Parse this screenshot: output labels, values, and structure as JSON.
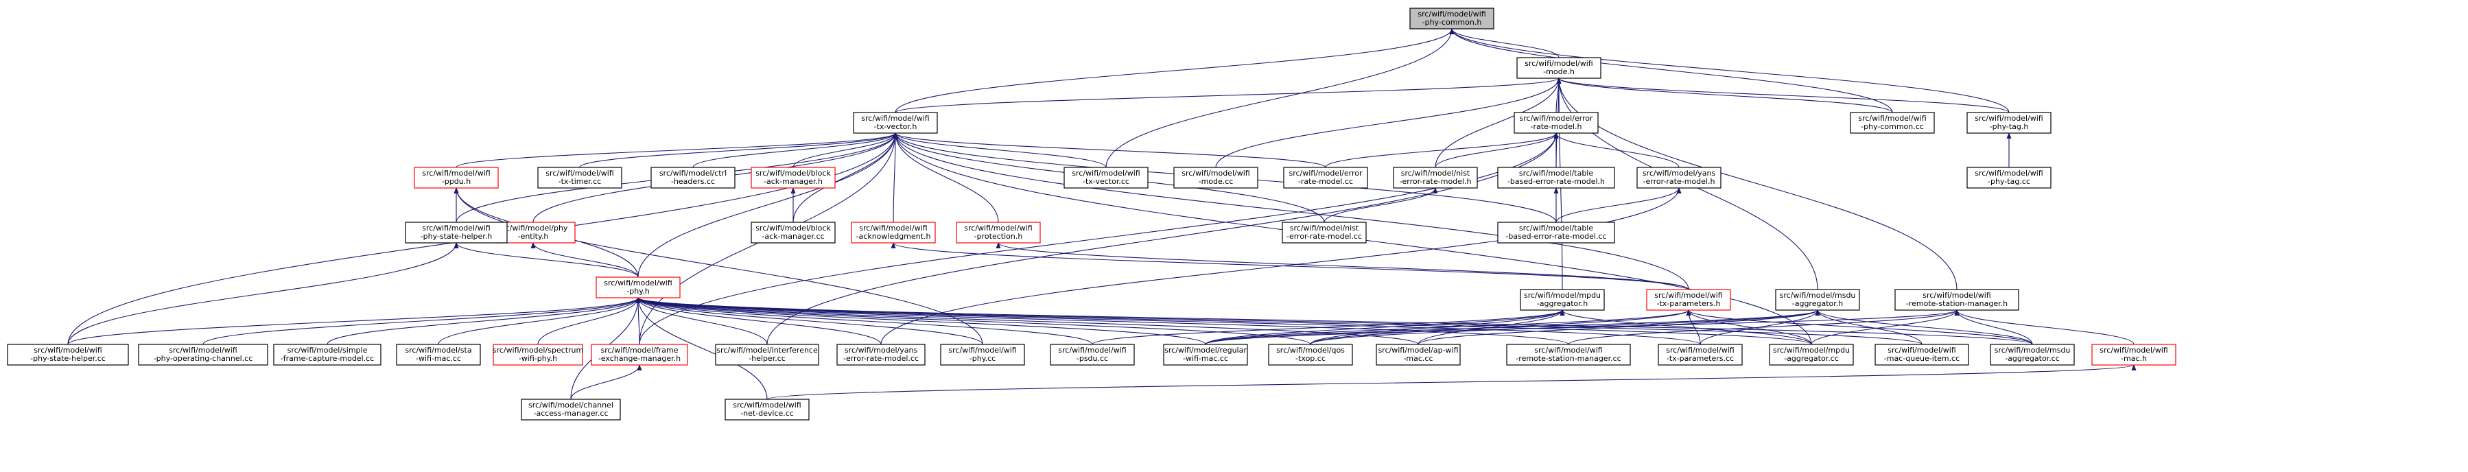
{
  "colors": {
    "root_fill": "#bfbfbf",
    "node_fill": "#ffffff",
    "node_border": "#000000",
    "truncated_border": "#ff0000",
    "edge": "#191970"
  },
  "nodes": [
    {
      "id": "phy-common-h",
      "label": [
        "src/wifi/model/wifi",
        "-phy-common.h"
      ],
      "style": "root"
    },
    {
      "id": "mode-h",
      "label": [
        "src/wifi/model/wifi",
        "-mode.h"
      ],
      "style": "normal"
    },
    {
      "id": "tx-vector-h",
      "label": [
        "src/wifi/model/wifi",
        "-tx-vector.h"
      ],
      "style": "normal"
    },
    {
      "id": "error-rate-model-h",
      "label": [
        "src/wifi/model/error",
        "-rate-model.h"
      ],
      "style": "normal"
    },
    {
      "id": "phy-common-cc",
      "label": [
        "src/wifi/model/wifi",
        "-phy-common.cc"
      ],
      "style": "normal"
    },
    {
      "id": "phy-tag-h",
      "label": [
        "src/wifi/model/wifi",
        "-phy-tag.h"
      ],
      "style": "normal"
    },
    {
      "id": "phy-tag-cc",
      "label": [
        "src/wifi/model/wifi",
        "-phy-tag.cc"
      ],
      "style": "normal"
    },
    {
      "id": "ppdu-h",
      "label": [
        "src/wifi/model/wifi",
        "-ppdu.h"
      ],
      "style": "truncated"
    },
    {
      "id": "tx-timer-cc",
      "label": [
        "src/wifi/model/wifi",
        "-tx-timer.cc"
      ],
      "style": "normal"
    },
    {
      "id": "ctrl-headers-cc",
      "label": [
        "src/wifi/model/ctrl",
        "-headers.cc"
      ],
      "style": "normal"
    },
    {
      "id": "block-ack-manager-h",
      "label": [
        "src/wifi/model/block",
        "-ack-manager.h"
      ],
      "style": "truncated"
    },
    {
      "id": "tx-vector-cc",
      "label": [
        "src/wifi/model/wifi",
        "-tx-vector.cc"
      ],
      "style": "normal"
    },
    {
      "id": "mode-cc",
      "label": [
        "src/wifi/model/wifi",
        "-mode.cc"
      ],
      "style": "normal"
    },
    {
      "id": "error-rate-model-cc",
      "label": [
        "src/wifi/model/error",
        "-rate-model.cc"
      ],
      "style": "normal"
    },
    {
      "id": "nist-error-rate-model-h",
      "label": [
        "src/wifi/model/nist",
        "-error-rate-model.h"
      ],
      "style": "normal"
    },
    {
      "id": "table-based-error-rate-model-h",
      "label": [
        "src/wifi/model/table",
        "-based-error-rate-model.h"
      ],
      "style": "normal"
    },
    {
      "id": "yans-error-rate-model-h",
      "label": [
        "src/wifi/model/yans",
        "-error-rate-model.h"
      ],
      "style": "normal"
    },
    {
      "id": "phy-entity-h",
      "label": [
        "src/wifi/model/phy",
        "-entity.h"
      ],
      "style": "truncated"
    },
    {
      "id": "phy-state-helper-h",
      "label": [
        "src/wifi/model/wifi",
        "-phy-state-helper.h"
      ],
      "style": "normal"
    },
    {
      "id": "block-ack-manager-cc",
      "label": [
        "src/wifi/model/block",
        "-ack-manager.cc"
      ],
      "style": "normal"
    },
    {
      "id": "acknowledgment-h",
      "label": [
        "src/wifi/model/wifi",
        "-acknowledgment.h"
      ],
      "style": "truncated"
    },
    {
      "id": "protection-h",
      "label": [
        "src/wifi/model/wifi",
        "-protection.h"
      ],
      "style": "truncated"
    },
    {
      "id": "nist-error-rate-model-cc",
      "label": [
        "src/wifi/model/nist",
        "-error-rate-model.cc"
      ],
      "style": "normal"
    },
    {
      "id": "table-based-error-rate-model-cc",
      "label": [
        "src/wifi/model/table",
        "-based-error-rate-model.cc"
      ],
      "style": "normal"
    },
    {
      "id": "phy-h",
      "label": [
        "src/wifi/model/wifi",
        "-phy.h"
      ],
      "style": "truncated"
    },
    {
      "id": "mpdu-aggregator-h",
      "label": [
        "src/wifi/model/mpdu",
        "-aggregator.h"
      ],
      "style": "normal"
    },
    {
      "id": "tx-parameters-h",
      "label": [
        "src/wifi/model/wifi",
        "-tx-parameters.h"
      ],
      "style": "truncated"
    },
    {
      "id": "msdu-aggregator-h",
      "label": [
        "src/wifi/model/msdu",
        "-aggregator.h"
      ],
      "style": "normal"
    },
    {
      "id": "remote-station-manager-h",
      "label": [
        "src/wifi/model/wifi",
        "-remote-station-manager.h"
      ],
      "style": "normal"
    },
    {
      "id": "phy-state-helper-cc",
      "label": [
        "src/wifi/model/wifi",
        "-phy-state-helper.cc"
      ],
      "style": "normal"
    },
    {
      "id": "phy-operating-channel-cc",
      "label": [
        "src/wifi/model/wifi",
        "-phy-operating-channel.cc"
      ],
      "style": "normal"
    },
    {
      "id": "simple-frame-capture-model-cc",
      "label": [
        "src/wifi/model/simple",
        "-frame-capture-model.cc"
      ],
      "style": "normal"
    },
    {
      "id": "sta-wifi-mac-cc",
      "label": [
        "src/wifi/model/sta",
        "-wifi-mac.cc"
      ],
      "style": "normal"
    },
    {
      "id": "spectrum-wifi-phy-h",
      "label": [
        "src/wifi/model/spectrum",
        "-wifi-phy.h"
      ],
      "style": "truncated"
    },
    {
      "id": "frame-exchange-manager-h",
      "label": [
        "src/wifi/model/frame",
        "-exchange-manager.h"
      ],
      "style": "truncated"
    },
    {
      "id": "interference-helper-cc",
      "label": [
        "src/wifi/model/interference",
        "-helper.cc"
      ],
      "style": "normal"
    },
    {
      "id": "yans-error-rate-model-cc",
      "label": [
        "src/wifi/model/yans",
        "-error-rate-model.cc"
      ],
      "style": "normal"
    },
    {
      "id": "wifi-phy-cc",
      "label": [
        "src/wifi/model/wifi",
        "-phy.cc"
      ],
      "style": "normal"
    },
    {
      "id": "psdu-cc",
      "label": [
        "src/wifi/model/wifi",
        "-psdu.cc"
      ],
      "style": "normal"
    },
    {
      "id": "regular-wifi-mac-cc",
      "label": [
        "src/wifi/model/regular",
        "-wifi-mac.cc"
      ],
      "style": "normal"
    },
    {
      "id": "qos-txop-cc",
      "label": [
        "src/wifi/model/qos",
        "-txop.cc"
      ],
      "style": "normal"
    },
    {
      "id": "ap-wifi-mac-cc",
      "label": [
        "src/wifi/model/ap-wifi",
        "-mac.cc"
      ],
      "style": "normal"
    },
    {
      "id": "remote-station-manager-cc",
      "label": [
        "src/wifi/model/wifi",
        "-remote-station-manager.cc"
      ],
      "style": "normal"
    },
    {
      "id": "tx-parameters-cc",
      "label": [
        "src/wifi/model/wifi",
        "-tx-parameters.cc"
      ],
      "style": "normal"
    },
    {
      "id": "mpdu-aggregator-cc",
      "label": [
        "src/wifi/model/mpdu",
        "-aggregator.cc"
      ],
      "style": "normal"
    },
    {
      "id": "mac-queue-item-cc",
      "label": [
        "src/wifi/model/wifi",
        "-mac-queue-item.cc"
      ],
      "style": "normal"
    },
    {
      "id": "msdu-aggregator-cc",
      "label": [
        "src/wifi/model/msdu",
        "-aggregator.cc"
      ],
      "style": "normal"
    },
    {
      "id": "mac-h",
      "label": [
        "src/wifi/model/wifi",
        "-mac.h"
      ],
      "style": "truncated"
    },
    {
      "id": "channel-access-manager-cc",
      "label": [
        "src/wifi/model/channel",
        "-access-manager.cc"
      ],
      "style": "normal"
    },
    {
      "id": "net-device-cc",
      "label": [
        "src/wifi/model/wifi",
        "-net-device.cc"
      ],
      "style": "normal"
    }
  ],
  "edges": [
    [
      "mode-h",
      "phy-common-h"
    ],
    [
      "tx-vector-h",
      "phy-common-h"
    ],
    [
      "tx-vector-cc",
      "phy-common-h"
    ],
    [
      "phy-common-cc",
      "phy-common-h"
    ],
    [
      "phy-tag-h",
      "phy-common-h"
    ],
    [
      "tx-vector-h",
      "mode-h"
    ],
    [
      "error-rate-model-h",
      "mode-h"
    ],
    [
      "mode-cc",
      "mode-h"
    ],
    [
      "phy-common-cc",
      "mode-h"
    ],
    [
      "phy-tag-h",
      "mode-h"
    ],
    [
      "table-based-error-rate-model-h",
      "mode-h"
    ],
    [
      "nist-error-rate-model-h",
      "mode-h"
    ],
    [
      "msdu-aggregator-h",
      "mode-h"
    ],
    [
      "remote-station-manager-h",
      "mode-h"
    ],
    [
      "mpdu-aggregator-h",
      "mode-h"
    ],
    [
      "phy-tag-cc",
      "phy-tag-h"
    ],
    [
      "error-rate-model-cc",
      "error-rate-model-h"
    ],
    [
      "nist-error-rate-model-h",
      "error-rate-model-h"
    ],
    [
      "table-based-error-rate-model-h",
      "error-rate-model-h"
    ],
    [
      "yans-error-rate-model-h",
      "error-rate-model-h"
    ],
    [
      "frame-exchange-manager-h",
      "error-rate-model-h"
    ],
    [
      "interference-helper-cc",
      "error-rate-model-h"
    ],
    [
      "ppdu-h",
      "tx-vector-h"
    ],
    [
      "tx-timer-cc",
      "tx-vector-h"
    ],
    [
      "ctrl-headers-cc",
      "tx-vector-h"
    ],
    [
      "block-ack-manager-h",
      "tx-vector-h"
    ],
    [
      "tx-vector-cc",
      "tx-vector-h"
    ],
    [
      "error-rate-model-cc",
      "tx-vector-h"
    ],
    [
      "phy-entity-h",
      "tx-vector-h"
    ],
    [
      "phy-state-helper-h",
      "tx-vector-h"
    ],
    [
      "block-ack-manager-cc",
      "tx-vector-h"
    ],
    [
      "acknowledgment-h",
      "tx-vector-h"
    ],
    [
      "protection-h",
      "tx-vector-h"
    ],
    [
      "nist-error-rate-model-cc",
      "tx-vector-h"
    ],
    [
      "table-based-error-rate-model-cc",
      "tx-vector-h"
    ],
    [
      "phy-state-helper-cc",
      "tx-vector-h"
    ],
    [
      "phy-h",
      "tx-vector-h"
    ],
    [
      "tx-parameters-h",
      "tx-vector-h"
    ],
    [
      "frame-exchange-manager-h",
      "tx-vector-h"
    ],
    [
      "mpdu-aggregator-cc",
      "tx-vector-h"
    ],
    [
      "block-ack-manager-cc",
      "block-ack-manager-h"
    ],
    [
      "nist-error-rate-model-cc",
      "nist-error-rate-model-h"
    ],
    [
      "table-based-error-rate-model-cc",
      "table-based-error-rate-model-h"
    ],
    [
      "table-based-error-rate-model-cc",
      "yans-error-rate-model-h"
    ],
    [
      "yans-error-rate-model-cc",
      "yans-error-rate-model-h"
    ],
    [
      "phy-state-helper-h",
      "ppdu-h"
    ],
    [
      "phy-h",
      "ppdu-h"
    ],
    [
      "wifi-phy-cc",
      "ppdu-h"
    ],
    [
      "phy-h",
      "phy-entity-h"
    ],
    [
      "phy-h",
      "phy-state-helper-h"
    ],
    [
      "phy-state-helper-cc",
      "phy-state-helper-h"
    ],
    [
      "tx-parameters-h",
      "acknowledgment-h"
    ],
    [
      "tx-parameters-h",
      "protection-h"
    ],
    [
      "phy-state-helper-cc",
      "phy-h"
    ],
    [
      "phy-operating-channel-cc",
      "phy-h"
    ],
    [
      "simple-frame-capture-model-cc",
      "phy-h"
    ],
    [
      "sta-wifi-mac-cc",
      "phy-h"
    ],
    [
      "spectrum-wifi-phy-h",
      "phy-h"
    ],
    [
      "frame-exchange-manager-h",
      "phy-h"
    ],
    [
      "interference-helper-cc",
      "phy-h"
    ],
    [
      "yans-error-rate-model-cc",
      "phy-h"
    ],
    [
      "wifi-phy-cc",
      "phy-h"
    ],
    [
      "psdu-cc",
      "phy-h"
    ],
    [
      "regular-wifi-mac-cc",
      "phy-h"
    ],
    [
      "qos-txop-cc",
      "phy-h"
    ],
    [
      "ap-wifi-mac-cc",
      "phy-h"
    ],
    [
      "remote-station-manager-cc",
      "phy-h"
    ],
    [
      "tx-parameters-cc",
      "phy-h"
    ],
    [
      "mpdu-aggregator-cc",
      "phy-h"
    ],
    [
      "mac-queue-item-cc",
      "phy-h"
    ],
    [
      "msdu-aggregator-cc",
      "phy-h"
    ],
    [
      "channel-access-manager-cc",
      "phy-h"
    ],
    [
      "net-device-cc",
      "phy-h"
    ],
    [
      "channel-access-manager-cc",
      "frame-exchange-manager-h"
    ],
    [
      "regular-wifi-mac-cc",
      "mpdu-aggregator-h"
    ],
    [
      "qos-txop-cc",
      "mpdu-aggregator-h"
    ],
    [
      "ap-wifi-mac-cc",
      "mpdu-aggregator-h"
    ],
    [
      "mpdu-aggregator-cc",
      "mpdu-aggregator-h"
    ],
    [
      "psdu-cc",
      "mpdu-aggregator-h"
    ],
    [
      "tx-parameters-cc",
      "tx-parameters-h"
    ],
    [
      "mpdu-aggregator-cc",
      "tx-parameters-h"
    ],
    [
      "msdu-aggregator-cc",
      "tx-parameters-h"
    ],
    [
      "qos-txop-cc",
      "tx-parameters-h"
    ],
    [
      "regular-wifi-mac-cc",
      "tx-parameters-h"
    ],
    [
      "regular-wifi-mac-cc",
      "msdu-aggregator-h"
    ],
    [
      "qos-txop-cc",
      "msdu-aggregator-h"
    ],
    [
      "ap-wifi-mac-cc",
      "msdu-aggregator-h"
    ],
    [
      "msdu-aggregator-cc",
      "msdu-aggregator-h"
    ],
    [
      "mac-queue-item-cc",
      "msdu-aggregator-h"
    ],
    [
      "tx-parameters-cc",
      "msdu-aggregator-h"
    ],
    [
      "remote-station-manager-cc",
      "remote-station-manager-h"
    ],
    [
      "mac-h",
      "remote-station-manager-h"
    ],
    [
      "mpdu-aggregator-cc",
      "remote-station-manager-h"
    ],
    [
      "msdu-aggregator-cc",
      "remote-station-manager-h"
    ],
    [
      "regular-wifi-mac-cc",
      "remote-station-manager-h"
    ],
    [
      "net-device-cc",
      "mac-h"
    ]
  ]
}
